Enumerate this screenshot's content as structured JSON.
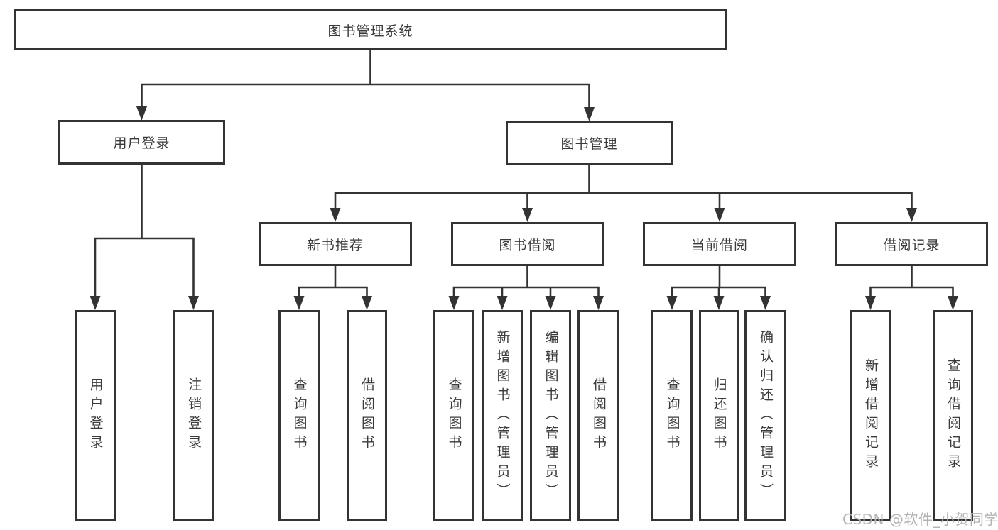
{
  "diagram_title": "图书管理系统",
  "tree": {
    "label": "图书管理系统",
    "children": [
      {
        "label": "用户登录",
        "children": [
          {
            "label": "用户登录"
          },
          {
            "label": "注销登录"
          }
        ]
      },
      {
        "label": "图书管理",
        "children": [
          {
            "label": "新书推荐",
            "children": [
              {
                "label": "查询图书"
              },
              {
                "label": "借阅图书"
              }
            ]
          },
          {
            "label": "图书借阅",
            "children": [
              {
                "label": "查询图书"
              },
              {
                "label": "新增图书（管理员）"
              },
              {
                "label": "编辑图书（管理员）"
              },
              {
                "label": "借阅图书"
              }
            ]
          },
          {
            "label": "当前借阅",
            "children": [
              {
                "label": "查询图书"
              },
              {
                "label": "归还图书"
              },
              {
                "label": "确认归还（管理员）"
              }
            ]
          },
          {
            "label": "借阅记录",
            "children": [
              {
                "label": "新增借阅记录"
              },
              {
                "label": "查询借阅记录"
              }
            ]
          }
        ]
      }
    ]
  },
  "watermark": "CSDN @软件_小贺同学",
  "colors": {
    "line": "#333333",
    "box_border": "#333333",
    "text": "#3a3a3a",
    "watermark": "#b3b3b3",
    "background": "#ffffff"
  }
}
